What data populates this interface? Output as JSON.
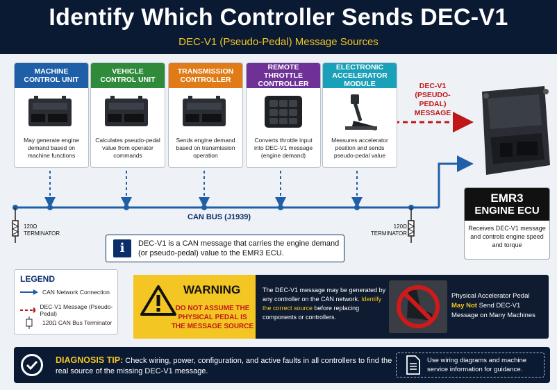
{
  "header": {
    "title": "Identify Which Controller Sends DEC-V1",
    "subtitle": "DEC-V1 (Pseudo-Pedal) Message Sources"
  },
  "controllers": [
    {
      "title": "MACHINE CONTROL UNIT",
      "desc": "May generate engine demand based on machine functions",
      "color": "#1f5fa8",
      "icon": "ecu-module-icon"
    },
    {
      "title": "VEHICLE CONTROL UNIT",
      "desc": "Calculates pseudo-pedal value from operator commands",
      "color": "#2f8a3a",
      "icon": "ecu-module-icon"
    },
    {
      "title": "TRANSMISSION CONTROLLER",
      "desc": "Sends engine demand based on transmission operation",
      "color": "#e07b18",
      "icon": "ecu-module-icon"
    },
    {
      "title": "REMOTE THROTTLE CONTROLLER",
      "desc": "Converts throttle input into DEC-V1 message (engine demand)",
      "color": "#6e3296",
      "icon": "keypad-icon"
    },
    {
      "title": "ELECTRONIC ACCELERATOR MODULE",
      "desc": "Measures accelerator position and sends pseudo-pedal value",
      "color": "#1aa0b8",
      "icon": "pedal-icon"
    }
  ],
  "dec_label": "DEC-V1 (PSEUDO-PEDAL) MESSAGE",
  "ecu": {
    "title_line1": "EMR3",
    "title_line2": "ENGINE ECU",
    "desc": "Receives DEC-V1 message and controls engine speed and torque"
  },
  "bus": {
    "label": "CAN BUS (J1939)",
    "terminator_left": "120Ω TERMINATOR",
    "terminator_right": "120Ω TERMINATOR"
  },
  "info": {
    "text": "DEC-V1 is a CAN message that carries the engine demand (or pseudo-pedal) value to the EMR3 ECU."
  },
  "legend": {
    "title": "LEGEND",
    "items": [
      "CAN Network Connection",
      "DEC-V1 Message (Pseudo-Pedal)",
      "120Ω CAN Bus Terminator"
    ]
  },
  "warning": {
    "title": "WARNING",
    "red_text": "DO NOT ASSUME THE PHYSICAL PEDAL IS THE MESSAGE SOURCE",
    "mid_text_1": "The DEC-V1 message may be generated by any controller on the CAN network.",
    "mid_highlight": "Identify the correct source",
    "mid_text_2": " before replacing components or controllers.",
    "right_text_1": "Physical Accelerator Pedal",
    "right_highlight": "May Not",
    "right_text_2": " Send DEC-V1 Message on Many Machines"
  },
  "tip": {
    "label": "DIAGNOSIS TIP:",
    "text": " Check wiring, power, configuration, and active faults in all controllers to find the real source of the missing DEC-V1 message.",
    "box_text": "Use wiring diagrams and machine service information for guidance."
  },
  "colors": {
    "navy": "#0b1a33",
    "bus_blue": "#1f5fa8",
    "message_red": "#c01818",
    "warning_yellow": "#f3c623"
  }
}
